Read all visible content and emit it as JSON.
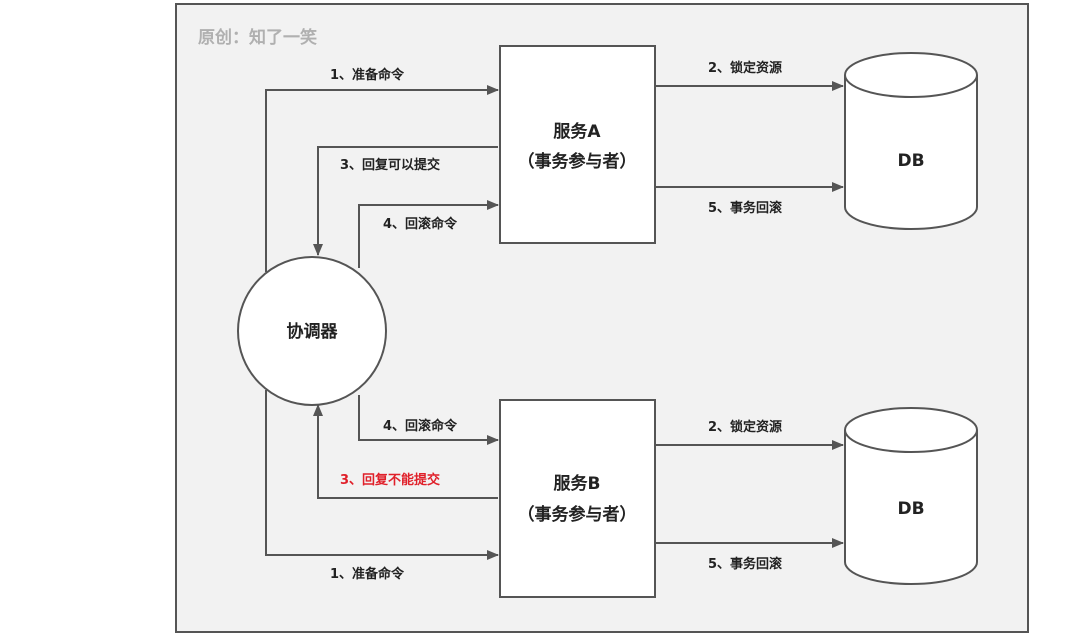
{
  "watermark": "原创：知了一笑",
  "coordinator": {
    "label": "协调器"
  },
  "service_a": {
    "name": "服务A",
    "role": "（事务参与者）"
  },
  "service_b": {
    "name": "服务B",
    "role": "（事务参与者）"
  },
  "db_top": {
    "label": "DB"
  },
  "db_bottom": {
    "label": "DB"
  },
  "edges": {
    "prepare_a": "1、准备命令",
    "reply_a": "3、回复可以提交",
    "rollback_a": "4、回滚命令",
    "lock_a": "2、锁定资源",
    "rollback_db_a": "5、事务回滚",
    "rollback_b": "4、回滚命令",
    "reply_b": "3、回复不能提交",
    "prepare_b": "1、准备命令",
    "lock_b": "2、锁定资源",
    "rollback_db_b": "5、事务回滚"
  },
  "colors": {
    "stroke": "#555555",
    "background": "#f2f2f2",
    "alert": "#e0202a"
  }
}
